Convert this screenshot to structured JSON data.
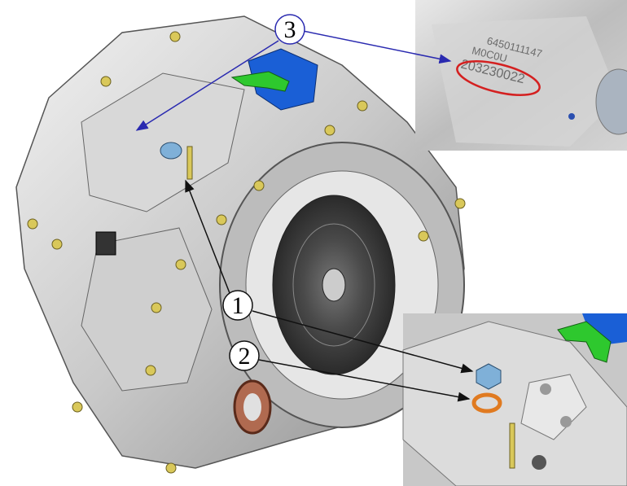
{
  "callouts": [
    {
      "label": "3",
      "meaning": "serial-number-location"
    },
    {
      "label": "1",
      "meaning": "fill-plug"
    },
    {
      "label": "2",
      "meaning": "sealing-washer"
    }
  ],
  "serial_inset": {
    "line1": "6450111147",
    "line2": "M0C0U",
    "serial": "203230022"
  },
  "colors": {
    "arrow_blue": "#2a2ab0",
    "highlight_red": "#d42020",
    "plug_blue": "#7fb0d8",
    "washer_orange": "#e07a20",
    "bracket_green": "#2ec82e",
    "sensor_blue": "#1a5fd6"
  }
}
